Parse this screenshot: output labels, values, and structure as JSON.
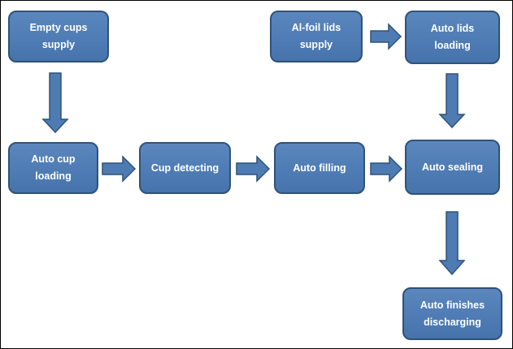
{
  "diagram": {
    "nodes": {
      "empty_cups_supply": "Empty cups supply",
      "al_foil_lids_supply": "Al-foil lids supply",
      "auto_lids_loading": "Auto lids loading",
      "auto_cup_loading": "Auto cup loading",
      "cup_detecting": "Cup detecting",
      "auto_filling": "Auto filling",
      "auto_sealing": "Auto sealing",
      "auto_finishes_discharging": "Auto finishes discharging"
    },
    "edges": [
      {
        "from": "empty_cups_supply",
        "to": "auto_cup_loading"
      },
      {
        "from": "auto_cup_loading",
        "to": "cup_detecting"
      },
      {
        "from": "cup_detecting",
        "to": "auto_filling"
      },
      {
        "from": "auto_filling",
        "to": "auto_sealing"
      },
      {
        "from": "al_foil_lids_supply",
        "to": "auto_lids_loading"
      },
      {
        "from": "auto_lids_loading",
        "to": "auto_sealing"
      },
      {
        "from": "auto_sealing",
        "to": "auto_finishes_discharging"
      }
    ],
    "colors": {
      "box_fill": "#4f7cb4",
      "box_border": "#2f5377",
      "arrow_fill": "#4f7bb3",
      "text": "#ffffff"
    }
  }
}
